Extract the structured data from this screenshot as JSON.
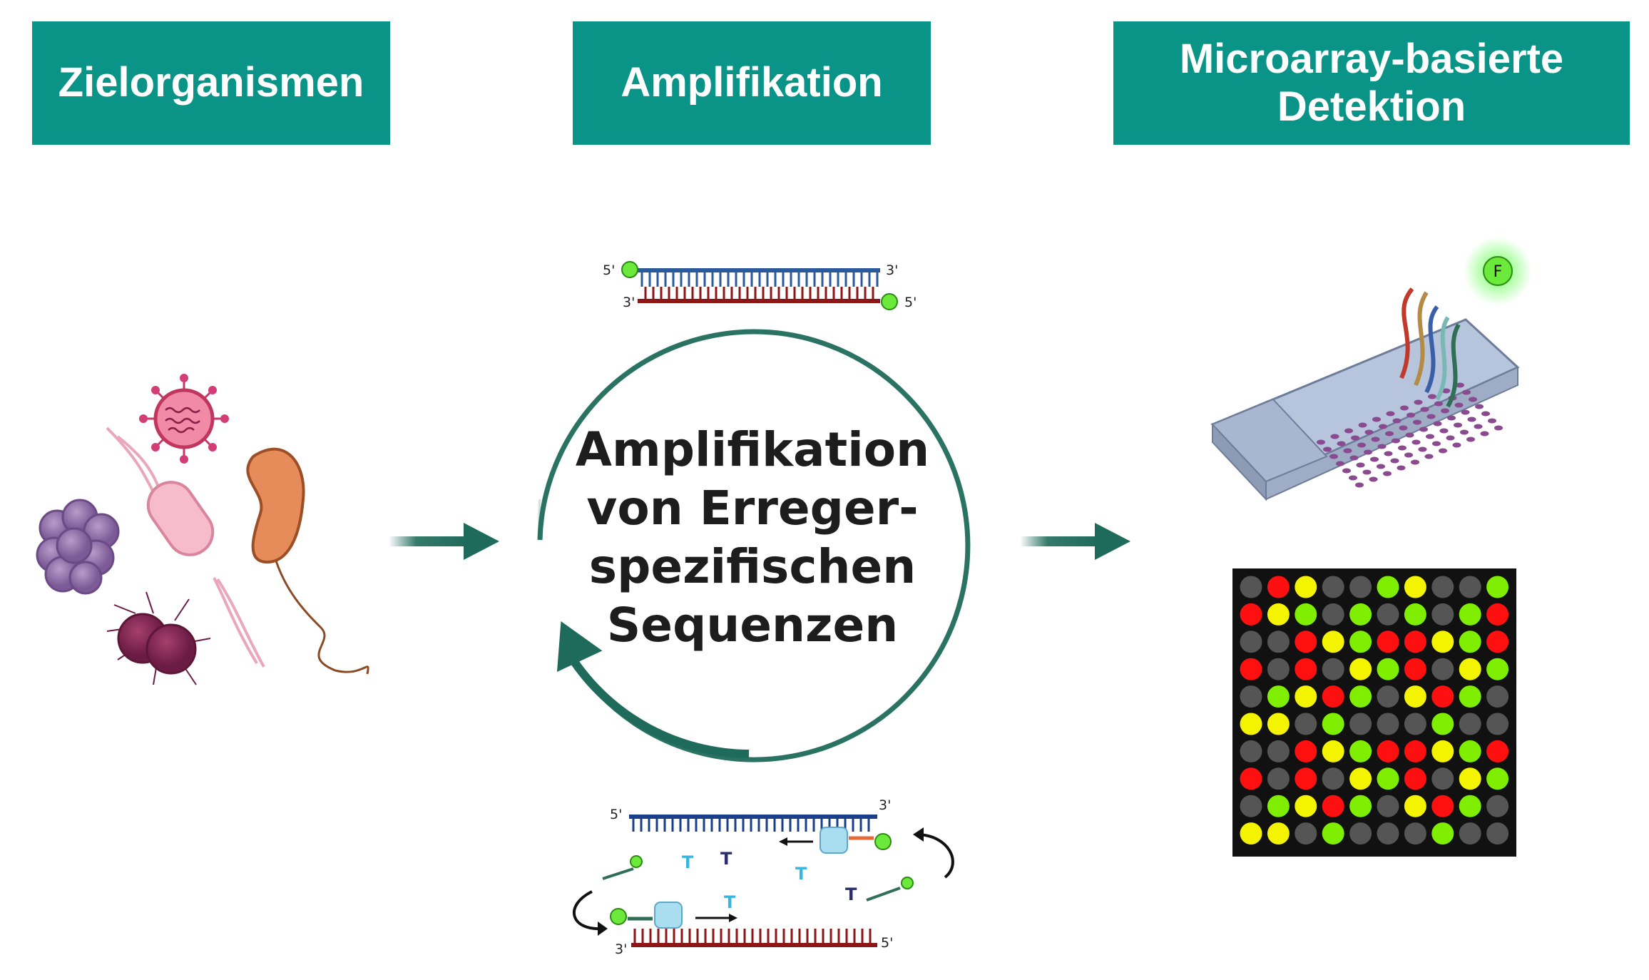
{
  "headers": {
    "targets": "Zielorganismen",
    "amplification": "Amplifikation",
    "detection_line1": "Microarray-basierte",
    "detection_line2": "Detektion"
  },
  "cycle": {
    "line1": "Amplifikation",
    "line2": "von Erreger-",
    "line3": "spezifischen",
    "line4": "Sequenzen"
  },
  "strand_labels": {
    "five_prime": "5'",
    "three_prime": "3'",
    "fluorophore": "F"
  },
  "colors": {
    "header_bg": "#0a9488",
    "arrow": "#1f6b5b",
    "spot_red": "#ff1010",
    "spot_yellow": "#f4f400",
    "spot_green": "#7fee00",
    "spot_gray": "#555555"
  },
  "microarray_grid": [
    [
      "gray",
      "red",
      "yellow",
      "gray",
      "gray",
      "green",
      "yellow",
      "gray",
      "gray",
      "green"
    ],
    [
      "red",
      "yellow",
      "green",
      "gray",
      "green",
      "gray",
      "green",
      "gray",
      "green",
      "red"
    ],
    [
      "gray",
      "gray",
      "red",
      "yellow",
      "green",
      "red",
      "red",
      "yellow",
      "green",
      "red"
    ],
    [
      "red",
      "gray",
      "red",
      "gray",
      "yellow",
      "green",
      "red",
      "gray",
      "yellow",
      "green"
    ],
    [
      "gray",
      "green",
      "yellow",
      "red",
      "green",
      "gray",
      "yellow",
      "red",
      "green",
      "gray"
    ],
    [
      "yellow",
      "yellow",
      "gray",
      "green",
      "gray",
      "gray",
      "gray",
      "green",
      "gray",
      "gray"
    ],
    [
      "gray",
      "gray",
      "red",
      "yellow",
      "green",
      "red",
      "red",
      "yellow",
      "green",
      "red"
    ],
    [
      "red",
      "gray",
      "red",
      "gray",
      "yellow",
      "green",
      "red",
      "gray",
      "yellow",
      "green"
    ],
    [
      "gray",
      "green",
      "yellow",
      "red",
      "green",
      "gray",
      "yellow",
      "red",
      "green",
      "gray"
    ],
    [
      "yellow",
      "yellow",
      "gray",
      "green",
      "gray",
      "gray",
      "gray",
      "green",
      "gray",
      "gray"
    ]
  ]
}
